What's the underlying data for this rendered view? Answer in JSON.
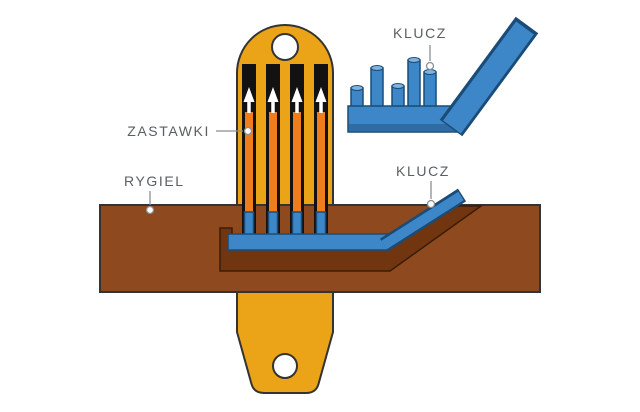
{
  "diagram": {
    "labels": {
      "levers": "ZASTAWKI",
      "bolt": "RYGIEL",
      "key_top": "KLUCZ",
      "key_inserted": "KLUCZ"
    },
    "colors": {
      "background": "#FFFFFF",
      "gold": "#EBA417",
      "outline": "#333333",
      "brown": "#8E4A1E",
      "brown_dark": "#71350F",
      "brown_channel_stroke": "#3A1C08",
      "orange": "#EF7D1C",
      "slot_black": "#121212",
      "arrow_white": "#FFFFFF",
      "blue": "#3D87C9",
      "blue_mid": "#2E6CA3",
      "blue_dark": "#1A4C77",
      "blue_light": "#7FB3DE",
      "label_text": "#5A5F63",
      "leader": "#8A8F94"
    }
  }
}
